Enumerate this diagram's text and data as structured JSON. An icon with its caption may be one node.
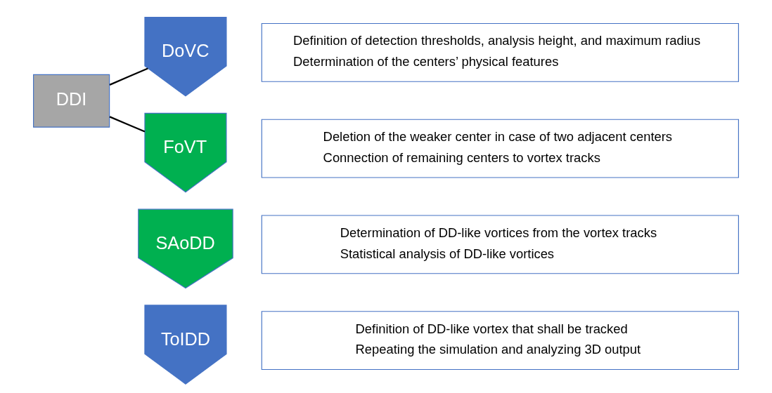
{
  "diagram": {
    "nodes": [
      {
        "text": [
          "DDI"
        ]
      },
      {
        "text": [
          "DoVC"
        ]
      },
      {
        "text": [
          "Definition of detection thresholds, analysis height, and maximum radius",
          "Determination of the centers’ physical features"
        ]
      },
      {
        "text": [
          "FoVT"
        ]
      },
      {
        "text": [
          "Deletion of the weaker center in case of two adjacent centers",
          "Connection of remaining centers to vortex tracks"
        ]
      },
      {
        "text": [
          "SAoDD"
        ]
      },
      {
        "text": [
          "Determination of DD-like vortices from the vortex tracks",
          "Statistical analysis of DD-like vortices"
        ]
      },
      {
        "text": [
          "ToIDD"
        ]
      },
      {
        "text": [
          "Definition of DD-like vortex that shall be tracked",
          "Repeating the simulation and analyzing 3D output"
        ]
      }
    ],
    "edges": [
      {
        "from": 0,
        "to": 1,
        "arrow": "none"
      },
      {
        "from": 0,
        "to": 3,
        "arrow": "none"
      }
    ]
  }
}
